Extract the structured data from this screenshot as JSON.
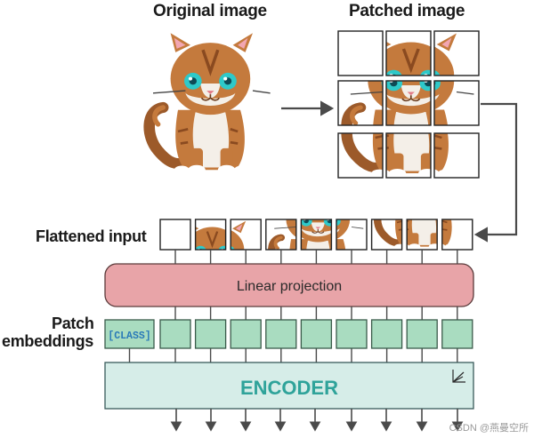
{
  "titles": {
    "original": "Original image",
    "patched": "Patched image"
  },
  "labels": {
    "flattened": "Flattened input",
    "patch_line1": "Patch",
    "patch_line2": "embeddings"
  },
  "blocks": {
    "linear_projection": "Linear projection",
    "encoder": "ENCODER",
    "class_token": "[CLASS]"
  },
  "watermark": "CSDN @燕曼空所",
  "colors": {
    "linear": "#e8a4a8",
    "encoder": "#d6ede8",
    "embedding": "#a9dcc0",
    "class_text": "#2a7ab8",
    "encoder_text": "#2fa39a",
    "arrow": "#4a4a4a"
  }
}
